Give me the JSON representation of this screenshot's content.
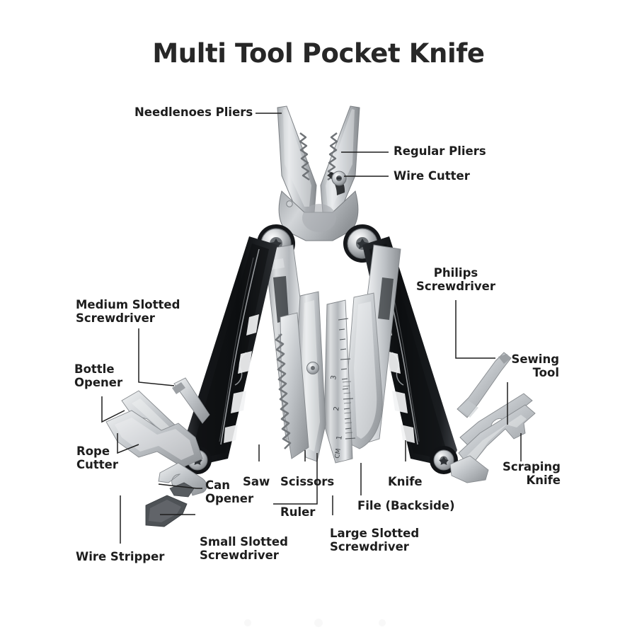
{
  "page": {
    "title": "Multi Tool Pocket Knife",
    "background_color": "#ffffff",
    "text_color": "#1d1d1d"
  },
  "product": {
    "name": "Multi Tool Pocket Knife",
    "handle_color": "#17181a",
    "steel_color": "#b9bcc0",
    "steel_light": "#e4e6e8",
    "steel_dark": "#8e9296"
  },
  "labels": [
    {
      "id": "needlenose-pliers",
      "text": "Needlenoes Pliers",
      "align": "left"
    },
    {
      "id": "regular-pliers",
      "text": "Regular Pliers",
      "align": "left"
    },
    {
      "id": "wire-cutter",
      "text": "Wire Cutter",
      "align": "left"
    },
    {
      "id": "philips-screwdriver",
      "text": "Philips\nScrewdriver",
      "align": "center"
    },
    {
      "id": "sewing-tool",
      "text": "Sewing\nTool",
      "align": "right"
    },
    {
      "id": "scraping-knife",
      "text": "Scraping\nKnife",
      "align": "right"
    },
    {
      "id": "medium-slotted-screwdriver",
      "text": "Medium Slotted\nScrewdriver",
      "align": "left"
    },
    {
      "id": "bottle-opener",
      "text": "Bottle\nOpener",
      "align": "left"
    },
    {
      "id": "rope-cutter",
      "text": "Rope\nCutter",
      "align": "left"
    },
    {
      "id": "wire-stripper",
      "text": "Wire Stripper",
      "align": "left"
    },
    {
      "id": "can-opener",
      "text": "Can\nOpener",
      "align": "left"
    },
    {
      "id": "small-slotted-screwdriver",
      "text": "Small Slotted\nScrewdriver",
      "align": "left"
    },
    {
      "id": "saw",
      "text": "Saw",
      "align": "left"
    },
    {
      "id": "scissors",
      "text": "Scissors",
      "align": "left"
    },
    {
      "id": "ruler",
      "text": "Ruler",
      "align": "left"
    },
    {
      "id": "large-slotted-screwdriver",
      "text": "Large Slotted\nScrewdriver",
      "align": "left"
    },
    {
      "id": "knife",
      "text": "Knife",
      "align": "left"
    },
    {
      "id": "file-backside",
      "text": "File (Backside)",
      "align": "left"
    }
  ],
  "ruler_scale": {
    "unit": "CM",
    "ticks": [
      "1",
      "2",
      "3"
    ]
  }
}
